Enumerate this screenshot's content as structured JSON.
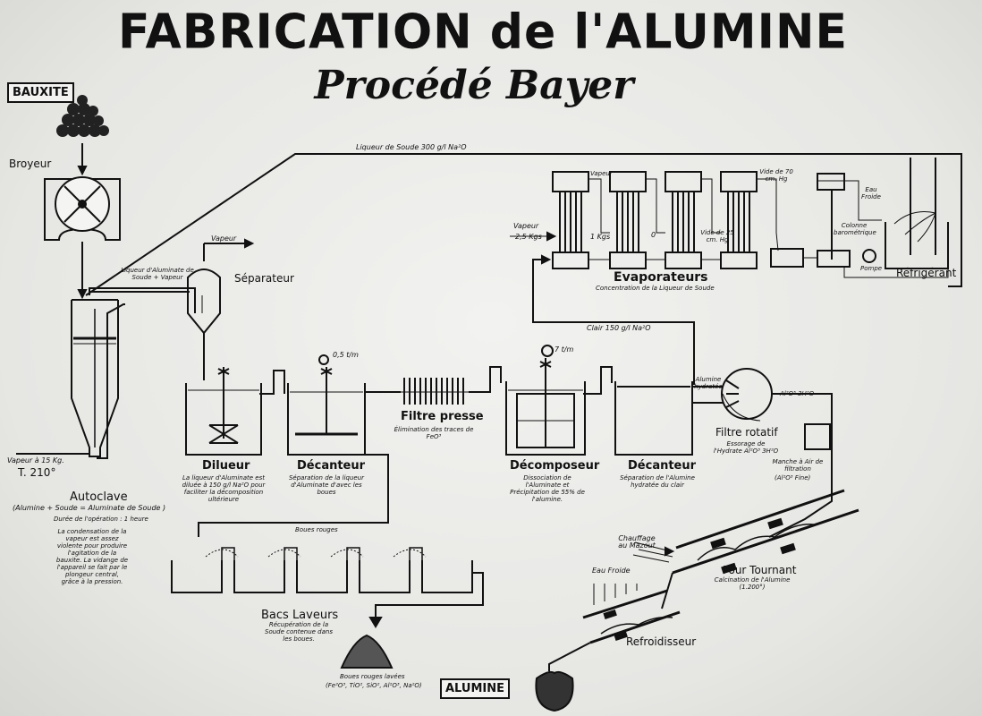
{
  "title": "FABRICATION de l'ALUMINE",
  "subtitle": "Procédé Bayer",
  "labels": {
    "bauxite": "BAUXITE",
    "broyeur": "Broyeur",
    "liqueur_soude": "Liqueur de Soude 300 g/l Na²O",
    "liqueur_aluminate": "Liqueur d'Aluminate de Soude + Vapeur",
    "vapeur_top": "Vapeur",
    "separateur": "Séparateur",
    "vapeur_autoclave": "Vapeur à 15 Kg.",
    "temp": "T. 210°",
    "autoclave": "Autoclave",
    "autoclave_eq": "(Alumine + Soude = Aluminate de Soude )",
    "autoclave_duree": "Durée de l'opération : 1 heure",
    "autoclave_desc": "La condensation de la vapeur est assez violente pour produire l'agitation de la bauxite. La vidange de l'appareil se fait par le plongeur central, grâce à la pression.",
    "rate1": "0,5 t/m",
    "rate2": "7 t/m",
    "dilueur": "Dilueur",
    "dilueur_desc": "La liqueur d'Aluminate est diluée à 150 g/l Na²O pour faciliter la décomposition ultérieure",
    "decanteur1": "Décanteur",
    "decanteur1_desc": "Séparation de la liqueur d'Aluminate d'avec les boues",
    "filtre_presse": "Filtre presse",
    "filtre_presse_desc": "Élimination des traces de FeO³",
    "decomposeur": "Décomposeur",
    "decomposeur_desc": "Dissociation de l'Aluminate et Précipitation de 55% de l'alumine.",
    "decanteur2": "Décanteur",
    "decanteur2_desc": "Séparation de l'Alumine hydratée du clair",
    "alumine_hydratee": "Alumine hydratée",
    "filtre_rotatif": "Filtre rotatif",
    "filtre_rotatif_desc": "Essorage de l'Hydrate Al²O³ 3H²O",
    "al_formula": "Al²O³ 3H²O",
    "manche": "Manche à Air de filtration",
    "al_fine": "(Al²O³ Fine)",
    "clair": "Clair 150 g/l Na²O",
    "evaporateurs": "Evaporateurs",
    "evap_desc": "Concentration de la Liqueur de Soude",
    "vapeur_evap": "Vapeur",
    "pressure1": "2,5 Kgs",
    "pressure2": "1 Kgs",
    "pressure3": "0",
    "vide1": "Vide de 25 cm. Hg",
    "vide2": "Vide de 70 cm. Hg",
    "vapeur_small": "Vapeur",
    "eau_froide_top": "Eau Froide",
    "colonne": "Colonne barométrique",
    "pompe": "Pompe",
    "refrigerant": "Réfrigérant",
    "boues_rouges": "Boues rouges",
    "bacs_laveurs": "Bacs Laveurs",
    "bacs_desc": "Récupération de la Soude contenue dans les boues.",
    "boues_lavees": "Boues rouges lavées",
    "boues_comp": "(Fe²O³, TiO², SiO², Al²O³, Na²O)",
    "chauffage": "Chauffage au Mazout",
    "eau_froide": "Eau Froide",
    "four": "Four Tournant",
    "four_desc": "Calcination de l'Alumine (1.200°)",
    "refroidisseur": "Refroidisseur",
    "alumine": "ALUMINE"
  }
}
